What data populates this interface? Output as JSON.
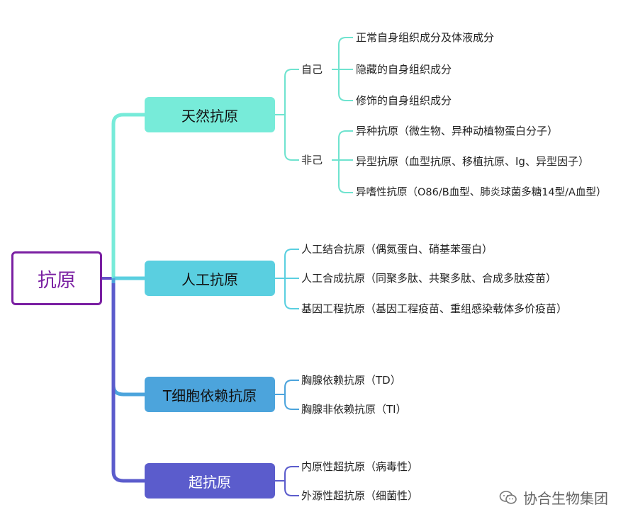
{
  "root": "抗原",
  "categories": [
    {
      "label": "天然抗原",
      "groups": [
        {
          "label": "自己",
          "items": [
            "正常自身组织成分及体液成分",
            "隐藏的自身组织成分",
            "修饰的自身组织成分"
          ]
        },
        {
          "label": "非己",
          "items": [
            "异种抗原（微生物、异种动植物蛋白分子）",
            "异型抗原（血型抗原、移植抗原、Ig、异型因子）",
            "异嗜性抗原（O86/B血型、肺炎球菌多糖14型/A血型）"
          ]
        }
      ]
    },
    {
      "label": "人工抗原",
      "items": [
        "人工结合抗原（偶氮蛋白、硝基苯蛋白）",
        "人工合成抗原（同聚多肽、共聚多肽、合成多肽疫苗）",
        "基因工程抗原（基因工程疫苗、重组感染载体多价疫苗）"
      ]
    },
    {
      "label": "T细胞依赖抗原",
      "items": [
        "胸腺依赖抗原（TD）",
        "胸腺非依赖抗原（TI）"
      ]
    },
    {
      "label": "超抗原",
      "items": [
        "内原性超抗原（病毒性）",
        "外源性超抗原（细菌性）"
      ]
    }
  ],
  "watermark": "协合生物集团",
  "colors": {
    "root_border": "#7a1fa2",
    "natural": "#77ebd9",
    "artificial": "#5acfe0",
    "t_dependent": "#4ca4dc",
    "super": "#5b5ccc"
  }
}
